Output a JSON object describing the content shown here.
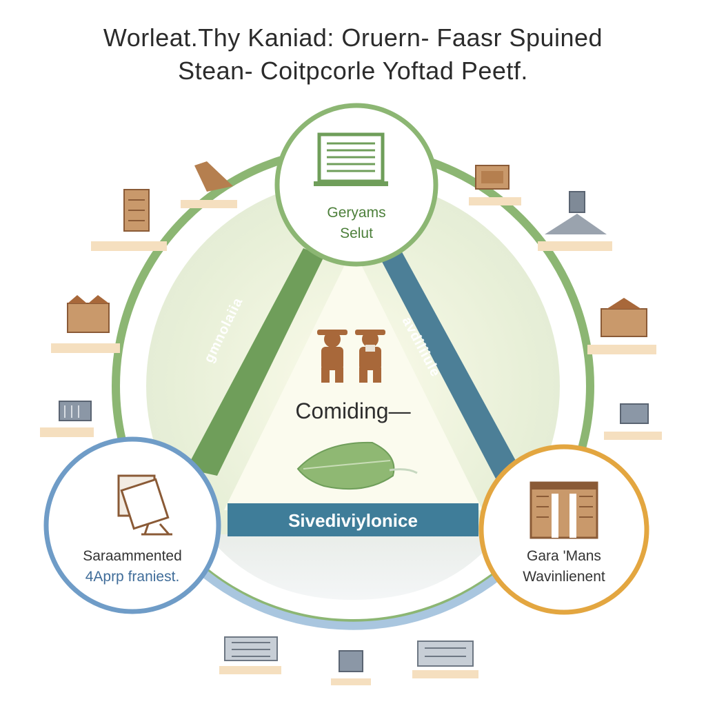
{
  "title": {
    "line1": "Worleat.Thy Kaniad: Oruern- Faasr Spuined",
    "line2": "Stean- Coitpcorle Yoftad Peetf."
  },
  "nodes": {
    "top": {
      "line1": "Geryams",
      "line2": "Selut"
    },
    "left": {
      "line1": "Saraammented",
      "line2": "4Aprp franiest."
    },
    "right": {
      "line1": "Gara 'Mans",
      "line2": "Wavinlienent"
    }
  },
  "center": {
    "label": "Comiding—"
  },
  "edges": {
    "left": "gmnolaiia",
    "right": "avdiliiule",
    "bottom": "Sivediviylonice"
  },
  "colors": {
    "green": "#8cb673",
    "green_dark": "#6f9e5a",
    "blue": "#6f9cc7",
    "teal_bar": "#3f7d99",
    "orange": "#e3a640",
    "brown": "#a8683a",
    "beige": "#f5dfbf"
  },
  "icons": {
    "top": "computer-screen-icon",
    "left": "document-stack-icon",
    "right": "building-gate-icon",
    "center": "people-icon",
    "leaf": "leaf-icon"
  }
}
